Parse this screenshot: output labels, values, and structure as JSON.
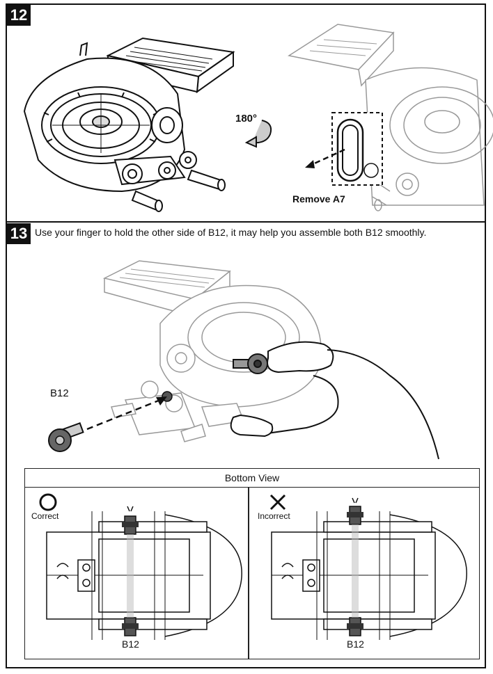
{
  "step12": {
    "number": "12",
    "rotate_label": "180°",
    "remove_label": "Remove A7"
  },
  "step13": {
    "number": "13",
    "instruction": "Use your finger to hold the other side of B12, it may help you assemble both B12 smoothly.",
    "part_label": "B12"
  },
  "bottom_view": {
    "title": "Bottom View",
    "correct": {
      "symbol": "O",
      "label": "Correct",
      "part_label": "B12"
    },
    "incorrect": {
      "symbol": "X",
      "label": "Incorrect",
      "part_label": "B12"
    }
  }
}
